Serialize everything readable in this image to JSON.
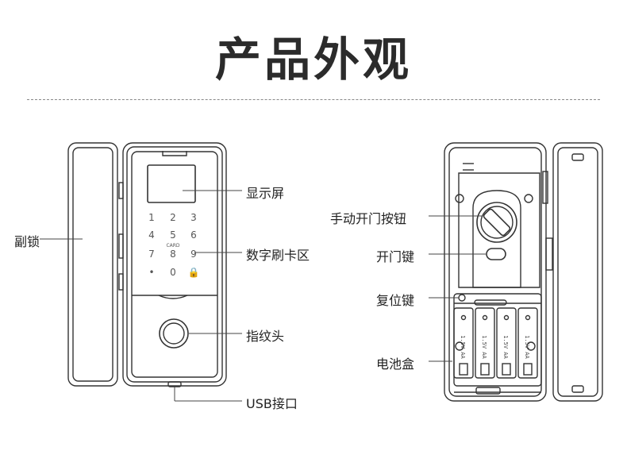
{
  "title": "产品外观",
  "labels": {
    "sub_lock": "副锁",
    "display": "显示屏",
    "keypad": "数字刷卡区",
    "fingerprint": "指纹头",
    "usb": "USB接口",
    "manual_knob": "手动开门按钮",
    "open_key": "开门键",
    "reset_key": "复位键",
    "battery_box": "电池盒"
  },
  "keypad": {
    "keys": [
      "1",
      "2",
      "3",
      "4",
      "5",
      "6",
      "7",
      "8",
      "9",
      "•",
      "0",
      "🔒"
    ],
    "card_text": "CARD"
  },
  "battery_label": "1.5V AA",
  "colors": {
    "outline": "#333333",
    "text": "#222222",
    "divider": "#888888"
  }
}
